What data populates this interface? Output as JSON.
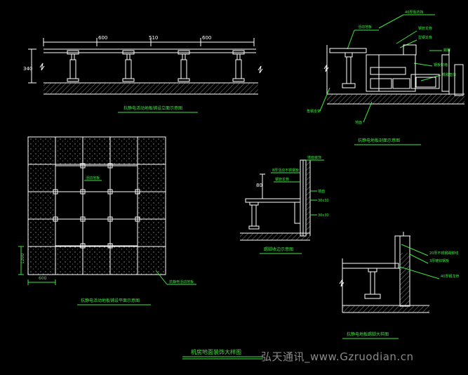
{
  "elevation": {
    "dims": [
      "600",
      "510",
      "600"
    ],
    "height_dim": "340",
    "caption": "抗静电活动地板铺设立面示意图"
  },
  "section_right": {
    "labels": [
      "40厚靠背挡",
      "活动地板",
      "钢管龙骨",
      "型钢龙骨",
      "踢脚",
      "钢板封堵",
      "橡胶垫块"
    ],
    "left_label": "角钢支架",
    "bottom_label": "地面",
    "caption": "抗静电地板剖面示意图"
  },
  "plan": {
    "inner_label": "活动地板",
    "side_dim": "1200",
    "bottom_dim": "600",
    "corner_label": "抗静电活动地板",
    "caption": "抗静电活动地板铺设平面示意图"
  },
  "wall_detail": {
    "labels": [
      "8厚活动不锈钢板",
      "钢管龙骨",
      "墙面",
      "30x30",
      "30x30"
    ],
    "height_dim": "80",
    "top_label": "墙面装饰",
    "caption": "踢脚收边示意图"
  },
  "corner_detail": {
    "labels": [
      "20厚不锈钢踢脚线",
      "3厚镀锌钢板",
      "40厚钢龙骨"
    ],
    "caption": "抗静电地板踢脚大样图"
  },
  "main_caption": "机房地面装饰大样图",
  "watermark": "弘天通讯_www.Gzruodian.cn"
}
